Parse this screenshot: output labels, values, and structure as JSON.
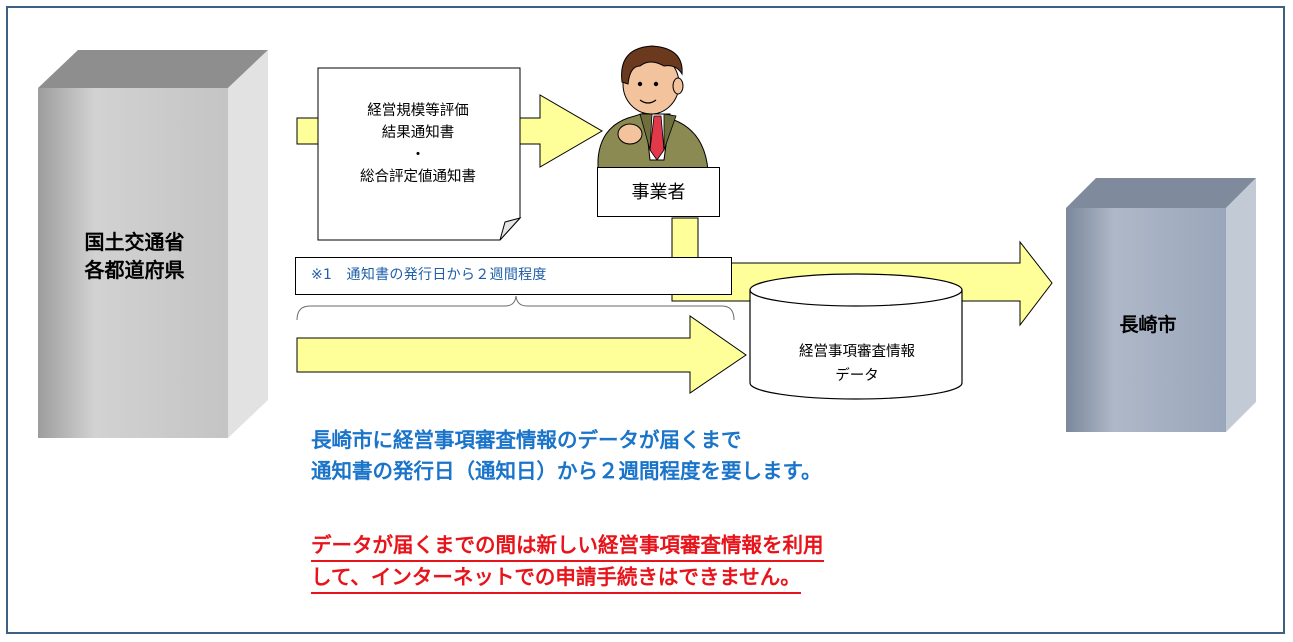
{
  "boxes": {
    "mlit_line1": "国土交通省",
    "mlit_line2": "各都道府県",
    "nagasaki": "長崎市"
  },
  "document": {
    "line1": "経営規模等評価",
    "line2": "結果通知書",
    "line3": "・",
    "line4": "総合評定値通知書"
  },
  "business_operator": "事業者",
  "note": "※1　通知書の発行日から２週間程度",
  "database": {
    "line1": "経営事項審査情報",
    "line2": "データ"
  },
  "messages": {
    "info_line1": "長崎市に経営事項審査情報のデータが届くまで",
    "info_line2": "通知書の発行日（通知日）から２週間程度を要します。",
    "warning_line1": "データが届くまでの間は新しい経営事項審査情報を利用",
    "warning_line2": "して、インターネットでの申請手続きはできません。"
  },
  "colors": {
    "frame": "#3f5f86",
    "arrow_fill": "#ffff99",
    "mlit_box": "#c9c9c9",
    "nagasaki_box": "#a7b2c4",
    "info_text": "#1a74c9",
    "warning_text": "#e8141b"
  }
}
